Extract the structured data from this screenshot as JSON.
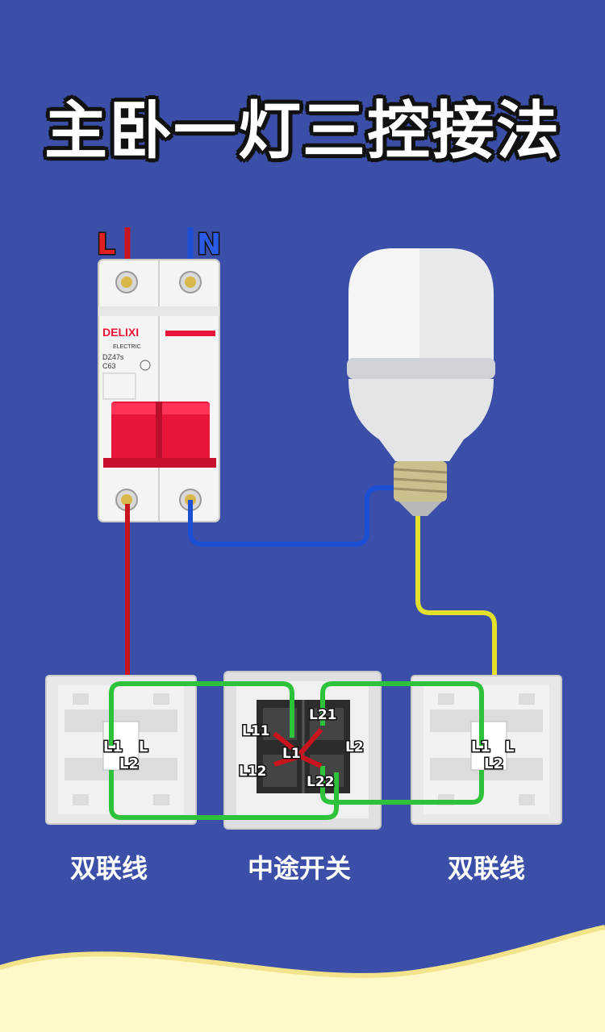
{
  "title": "主卧一灯三控接法",
  "breaker": {
    "brand": "DELIXI",
    "sub": "ELECTRIC",
    "model": "DZ47s",
    "rating": "C63",
    "terminal_L": "L",
    "terminal_N": "N"
  },
  "switches": {
    "left": {
      "caption": "双联线",
      "t_l1": "L1",
      "t_l": "L",
      "t_l2": "L2"
    },
    "middle": {
      "caption": "中途开关",
      "t_l11": "L11",
      "t_l12": "L12",
      "t_l1": "L1",
      "t_l21": "L21",
      "t_l2": "L2",
      "t_l22": "L22"
    },
    "right": {
      "caption": "双联线",
      "t_l1": "L1",
      "t_l": "L",
      "t_l2": "L2"
    }
  },
  "colors": {
    "background": "#3b4fa8",
    "live": "#c8141c",
    "neutral": "#1a4fd6",
    "traveler": "#2ec23a",
    "lamp_wire": "#e2e02a",
    "breaker_red": "#e8173a"
  }
}
